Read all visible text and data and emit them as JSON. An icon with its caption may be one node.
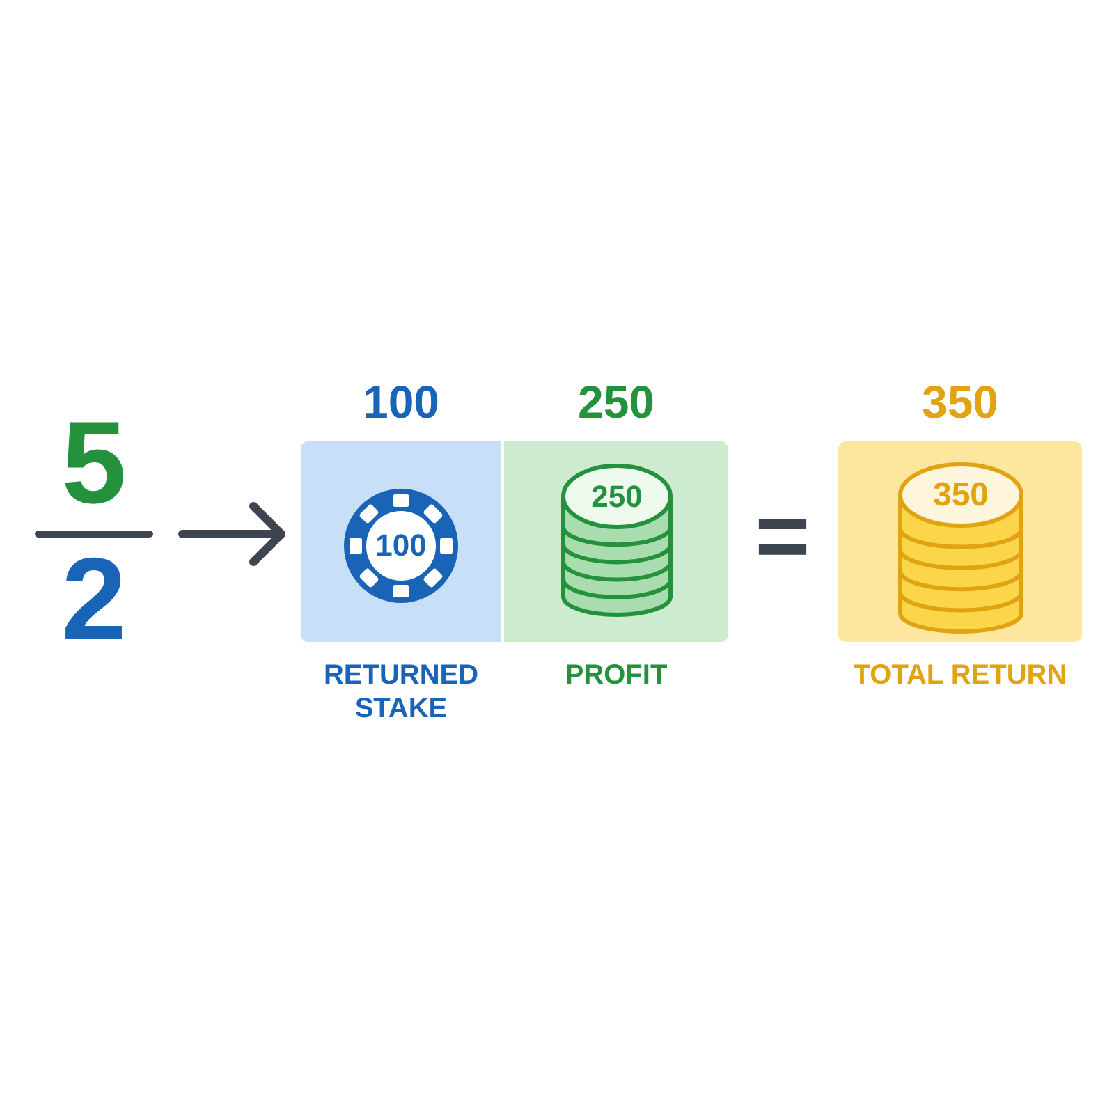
{
  "diagram": {
    "nodes": [
      {
        "text": [
          "5",
          "2"
        ]
      },
      {
        "text": [
          "100"
        ],
        "beside": [
          "RETURNED STAKE"
        ]
      },
      {
        "text": [
          "100"
        ],
        "in": 1
      },
      {
        "text": [
          "250"
        ],
        "beside": [
          "PROFIT"
        ]
      },
      {
        "text": [
          "250"
        ],
        "in": 3
      },
      {
        "text": [
          "350"
        ],
        "beside": [
          "TOTAL RETURN"
        ]
      },
      {
        "text": [
          "350"
        ],
        "in": 5
      }
    ],
    "edges": [
      {
        "from": 0,
        "to": 1,
        "arrow": "to"
      }
    ],
    "labels": [
      "="
    ]
  }
}
